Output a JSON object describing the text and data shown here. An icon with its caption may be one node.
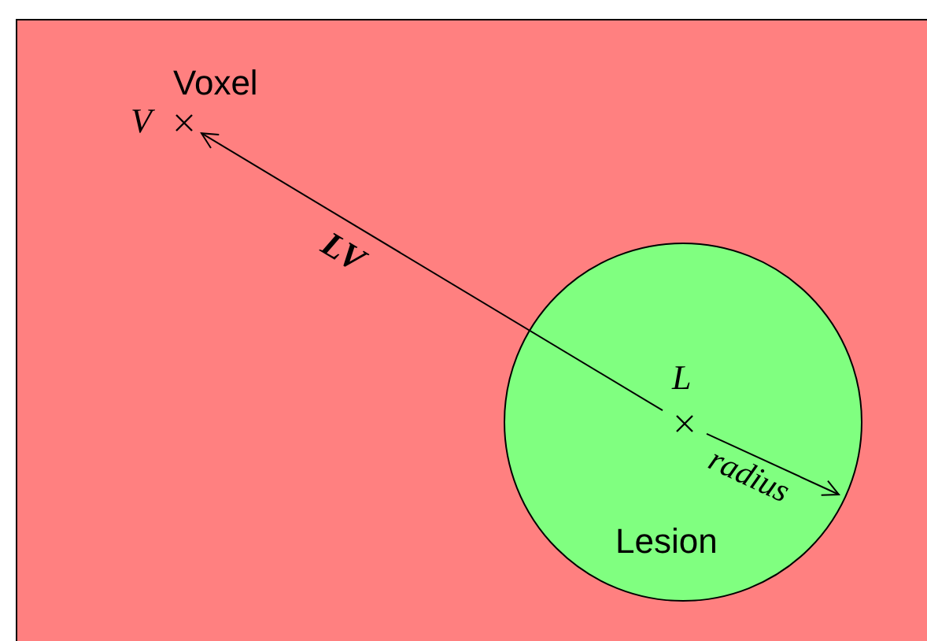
{
  "diagram": {
    "nodes": [
      {
        "text": [
          "V"
        ],
        "beside": [
          "Voxel"
        ]
      },
      {
        "text": [
          "Lesion"
        ]
      },
      {
        "text": [
          "L"
        ],
        "in": 1
      }
    ],
    "edges": [
      {
        "from": 2,
        "to": 0,
        "arrow": "to",
        "label": "LV"
      },
      {
        "from": 2,
        "to": null,
        "arrow": "to",
        "label": "radius"
      }
    ]
  }
}
